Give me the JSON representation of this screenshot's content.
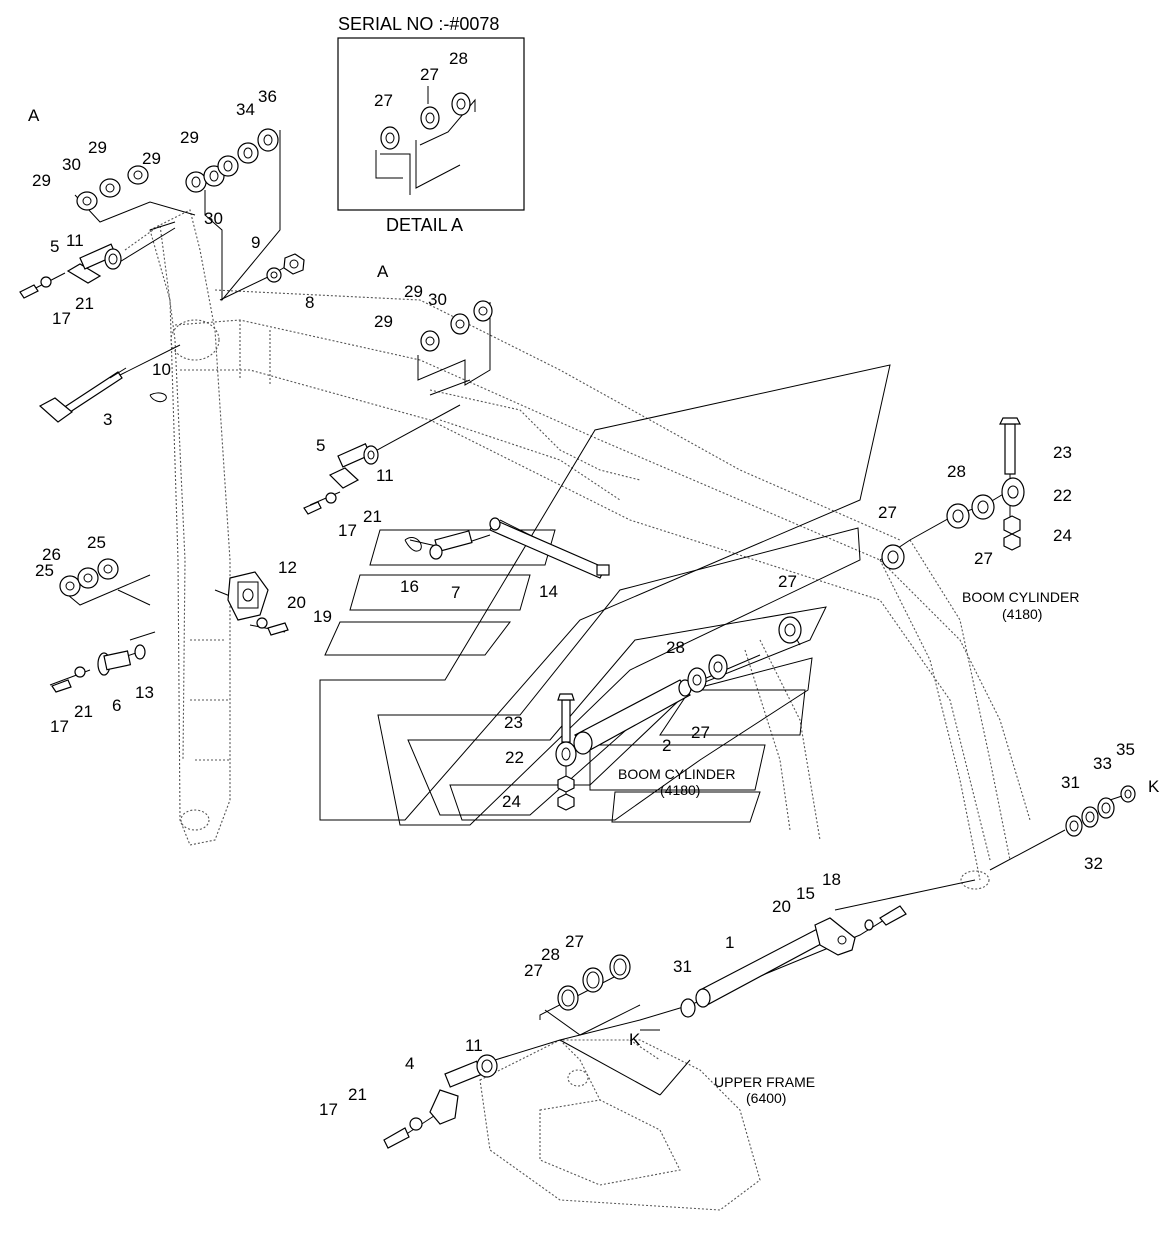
{
  "detail_box": {
    "title": "SERIAL NO :-#0078",
    "caption": "DETAIL A"
  },
  "detail_markers": {
    "left_A": "A",
    "mid_A": "A"
  },
  "captions": {
    "boom_cylinder_right": "BOOM CYLINDER",
    "boom_cylinder_right_ref": "(4180)",
    "boom_cylinder_center": "BOOM CYLINDER",
    "boom_cylinder_center_ref": "(4180)",
    "upper_frame": "UPPER FRAME",
    "upper_frame_ref": "(6400)"
  },
  "callouts": [
    "27",
    "27",
    "28",
    "34",
    "36",
    "29",
    "29",
    "30",
    "29",
    "29",
    "30",
    "11",
    "5",
    "9",
    "8",
    "21",
    "17",
    "10",
    "3",
    "29",
    "30",
    "29",
    "5",
    "11",
    "21",
    "17",
    "23",
    "22",
    "24",
    "28",
    "27",
    "27",
    "12",
    "20",
    "19",
    "16",
    "7",
    "14",
    "25",
    "26",
    "25",
    "13",
    "17",
    "21",
    "6",
    "27",
    "28",
    "27",
    "23",
    "2",
    "22",
    "24",
    "31",
    "33",
    "35",
    "K",
    "32",
    "18",
    "15",
    "20",
    "1",
    "27",
    "28",
    "27",
    "31",
    "K",
    "11",
    "4",
    "21",
    "17"
  ]
}
